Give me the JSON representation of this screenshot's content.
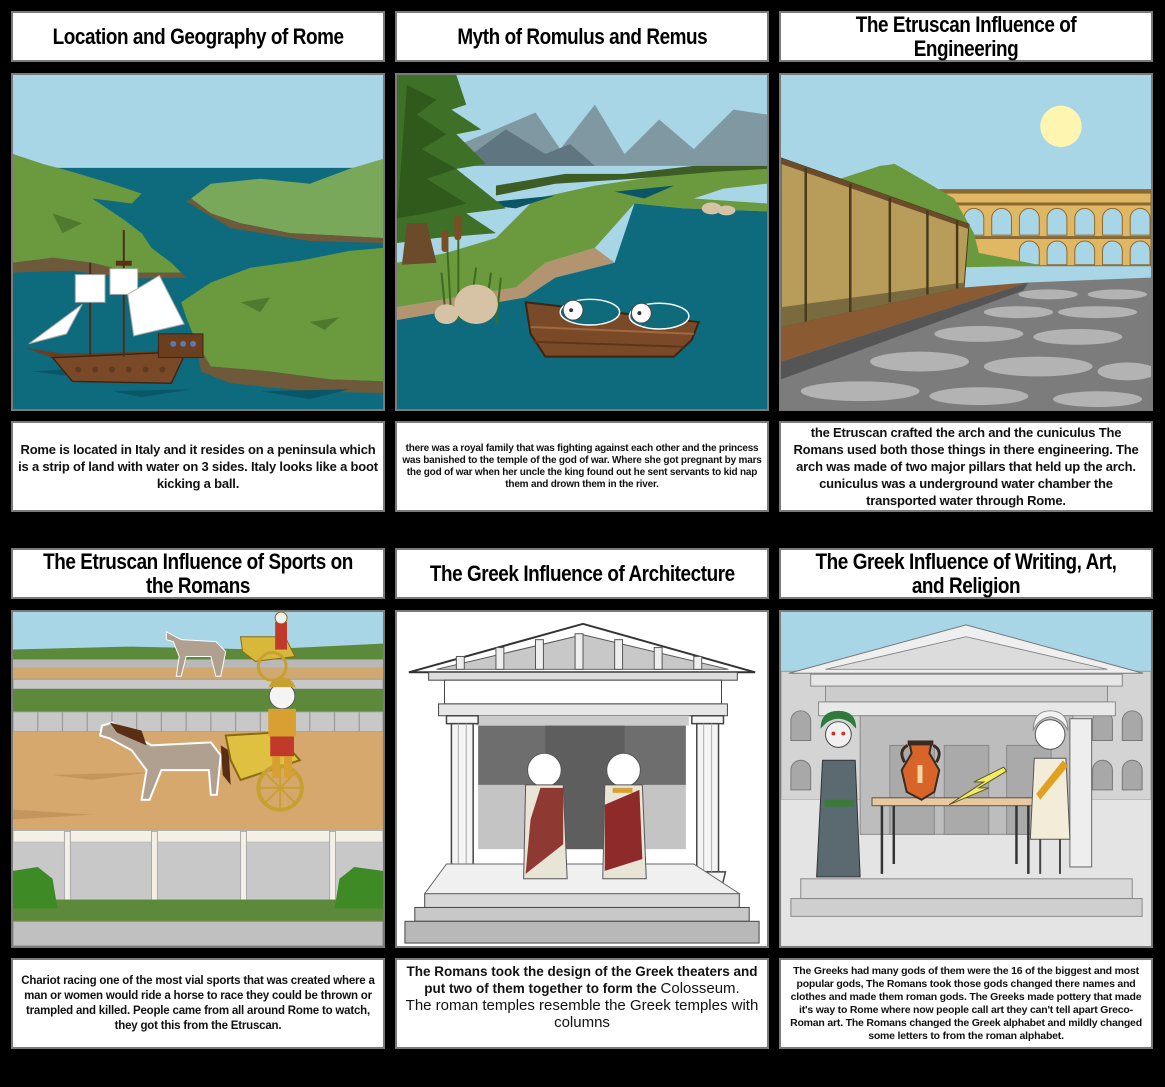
{
  "storyboard": {
    "background_color": "#000000",
    "cells": [
      {
        "title": "Location and Geography of Rome",
        "scene": "ship-sailing-between-peninsulas",
        "text": "Rome is located in Italy and it resides on a peninsula which is a strip of land with water on 3 sides. Italy looks like a boot kicking a ball."
      },
      {
        "title": "Myth of Romulus and Remus",
        "scene": "twin-babies-in-boat-on-river",
        "text": "there was a royal family that was fighting against each other and the princess was banished to the temple of the god of war. Where she got pregnant by mars the god of war when her uncle the king found out he sent servants to kid nap them and drown them in the river."
      },
      {
        "title": "The Etruscan Influence of Engineering",
        "scene": "aqueduct-and-stone-road",
        "text": "the Etruscan crafted the arch and the cuniculus The Romans used both those things in there engineering. The arch was made of two major pillars that held up the arch. cuniculus was a underground water chamber the transported water through Rome."
      },
      {
        "title": "The Etruscan Influence of Sports on the Romans",
        "scene": "chariot-race",
        "text": "Chariot racing one of the most vial sports that was created where a man or women would ride a horse to race they could be thrown or trampled and killed. People came from all around Rome to watch, they got this from the Etruscan."
      },
      {
        "title": "The Greek Influence of Architecture",
        "scene": "greek-temple-with-romans",
        "text_bold": "The Romans took the design of the Greek theaters and put two of them together to form the",
        "text_bold_tail": "Colosseum.",
        "text_plain": "The roman temples resemble the Greek temples with columns"
      },
      {
        "title": "The Greek Influence of Writing, Art, and Religion",
        "scene": "greek-gods-with-vase",
        "text": "The Greeks had many gods of them were the 16 of the biggest and most popular gods, The Romans took those gods changed there names and clothes and made them roman gods. The Greeks made pottery that made it's way to Rome where now people call art they can't tell apart Greco-Roman art. The Romans changed the Greek alphabet and mildly changed some letters to from the roman alphabet."
      }
    ]
  },
  "colors": {
    "sky": "#a8d6e6",
    "water": "#0d6b7d",
    "grass": "#6b9a3e",
    "border": "#7a7a7a"
  }
}
